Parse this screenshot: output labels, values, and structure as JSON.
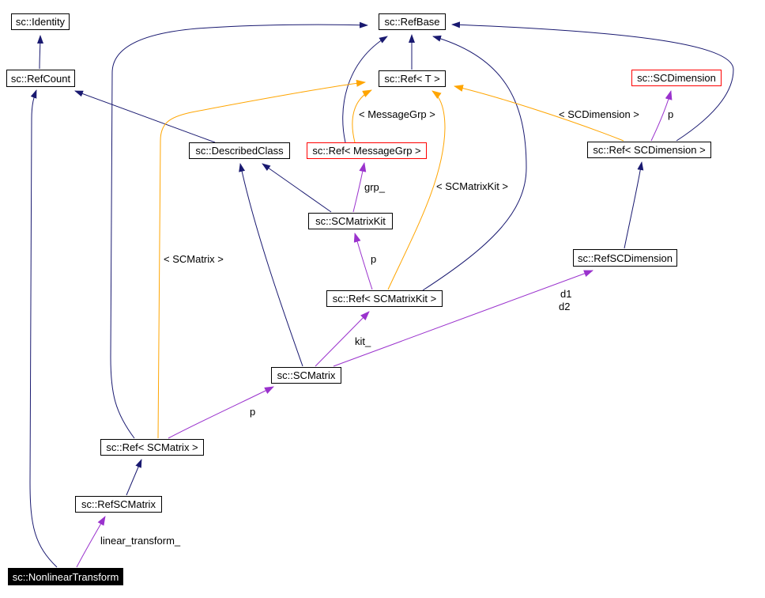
{
  "colors": {
    "inheritance_edge": "#191970",
    "member_edge": "#9a32cd",
    "template_edge": "#ffa500",
    "node_border": "#000000",
    "node_background": "#ffffff",
    "truncated_node_border": "#ff0000",
    "focal_node_background": "#000000",
    "focal_node_text": "#ffffff"
  },
  "nodes": [
    {
      "label": "sc::Identity",
      "style": "normal"
    },
    {
      "label": "sc::RefBase",
      "style": "normal"
    },
    {
      "label": "sc::RefCount",
      "style": "normal"
    },
    {
      "label": "sc::Ref< T >",
      "style": "normal"
    },
    {
      "label": "sc::SCDimension",
      "style": "truncated"
    },
    {
      "label": "sc::DescribedClass",
      "style": "normal"
    },
    {
      "label": "sc::Ref< MessageGrp >",
      "style": "truncated"
    },
    {
      "label": "sc::Ref< SCDimension >",
      "style": "normal"
    },
    {
      "label": "sc::SCMatrixKit",
      "style": "normal"
    },
    {
      "label": "sc::RefSCDimension",
      "style": "normal"
    },
    {
      "label": "sc::Ref< SCMatrixKit >",
      "style": "normal"
    },
    {
      "label": "sc::SCMatrix",
      "style": "normal"
    },
    {
      "label": "sc::Ref< SCMatrix >",
      "style": "normal"
    },
    {
      "label": "sc::RefSCMatrix",
      "style": "normal"
    },
    {
      "label": "sc::NonlinearTransform",
      "style": "focal"
    }
  ],
  "edge_labels": [
    {
      "text": "< MessageGrp >"
    },
    {
      "text": "< SCDimension >"
    },
    {
      "text": "p"
    },
    {
      "text": "grp_"
    },
    {
      "text": "< SCMatrixKit >"
    },
    {
      "text": "< SCMatrix >"
    },
    {
      "text": "p"
    },
    {
      "text": "d1"
    },
    {
      "text": "d2"
    },
    {
      "text": "kit_"
    },
    {
      "text": "p"
    },
    {
      "text": "linear_transform_"
    }
  ],
  "edges": [
    {
      "from": "sc::RefCount",
      "to": "sc::Identity",
      "relation": "inherits"
    },
    {
      "from": "sc::DescribedClass",
      "to": "sc::RefCount",
      "relation": "inherits"
    },
    {
      "from": "sc::NonlinearTransform",
      "to": "sc::RefCount",
      "relation": "inherits"
    },
    {
      "from": "sc::Ref< T >",
      "to": "sc::RefBase",
      "relation": "inherits"
    },
    {
      "from": "sc::Ref< MessageGrp >",
      "to": "sc::RefBase",
      "relation": "inherits"
    },
    {
      "from": "sc::Ref< SCMatrixKit >",
      "to": "sc::RefBase",
      "relation": "inherits"
    },
    {
      "from": "sc::Ref< SCDimension >",
      "to": "sc::RefBase",
      "relation": "inherits"
    },
    {
      "from": "sc::Ref< SCMatrix >",
      "to": "sc::RefBase",
      "relation": "inherits"
    },
    {
      "from": "sc::SCMatrixKit",
      "to": "sc::DescribedClass",
      "relation": "inherits"
    },
    {
      "from": "sc::SCMatrix",
      "to": "sc::DescribedClass",
      "relation": "inherits"
    },
    {
      "from": "sc::RefSCDimension",
      "to": "sc::Ref< SCDimension >",
      "relation": "inherits"
    },
    {
      "from": "sc::RefSCMatrix",
      "to": "sc::Ref< SCMatrix >",
      "relation": "inherits"
    },
    {
      "from": "sc::Ref< SCDimension >",
      "to": "sc::SCDimension",
      "relation": "member",
      "label": "p"
    },
    {
      "from": "sc::SCMatrixKit",
      "to": "sc::Ref< MessageGrp >",
      "relation": "member",
      "label": "grp_"
    },
    {
      "from": "sc::Ref< SCMatrixKit >",
      "to": "sc::SCMatrixKit",
      "relation": "member",
      "label": "p"
    },
    {
      "from": "sc::SCMatrix",
      "to": "sc::Ref< SCMatrixKit >",
      "relation": "member",
      "label": "kit_"
    },
    {
      "from": "sc::SCMatrix",
      "to": "sc::RefSCDimension",
      "relation": "member",
      "label": "d1 d2"
    },
    {
      "from": "sc::Ref< SCMatrix >",
      "to": "sc::SCMatrix",
      "relation": "member",
      "label": "p"
    },
    {
      "from": "sc::NonlinearTransform",
      "to": "sc::RefSCMatrix",
      "relation": "member",
      "label": "linear_transform_"
    },
    {
      "from": "sc::Ref< MessageGrp >",
      "to": "sc::Ref< T >",
      "relation": "template-instance",
      "label": "< MessageGrp >"
    },
    {
      "from": "sc::Ref< SCDimension >",
      "to": "sc::Ref< T >",
      "relation": "template-instance",
      "label": "< SCDimension >"
    },
    {
      "from": "sc::Ref< SCMatrixKit >",
      "to": "sc::Ref< T >",
      "relation": "template-instance",
      "label": "< SCMatrixKit >"
    },
    {
      "from": "sc::Ref< SCMatrix >",
      "to": "sc::Ref< T >",
      "relation": "template-instance",
      "label": "< SCMatrix >"
    }
  ]
}
